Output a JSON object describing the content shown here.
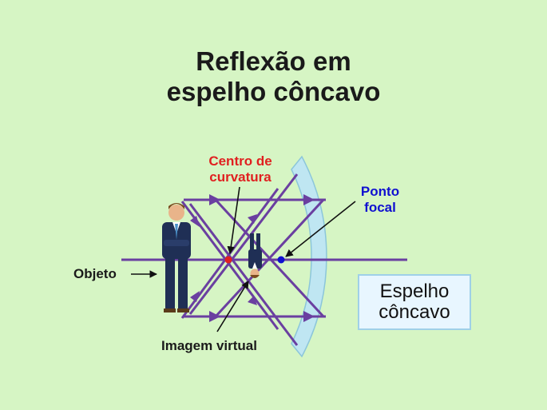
{
  "title": {
    "line1": "Reflexão em",
    "line2": "espelho côncavo"
  },
  "labels": {
    "center_curvature_line1": "Centro de",
    "center_curvature_line2": "curvatura",
    "focal_point_line1": "Ponto",
    "focal_point_line2": "focal",
    "object": "Objeto",
    "virtual_image": "Imagem virtual"
  },
  "mirror_box": {
    "line1": "Espelho",
    "line2": "côncavo"
  },
  "colors": {
    "background": "#d6f5c4",
    "rays": "#6a3fa0",
    "center_of_curvature": "#e02020",
    "focal_point": "#1010d0",
    "mirror": "#bfe6f2",
    "mirror_box_bg": "#e8f6ff"
  }
}
